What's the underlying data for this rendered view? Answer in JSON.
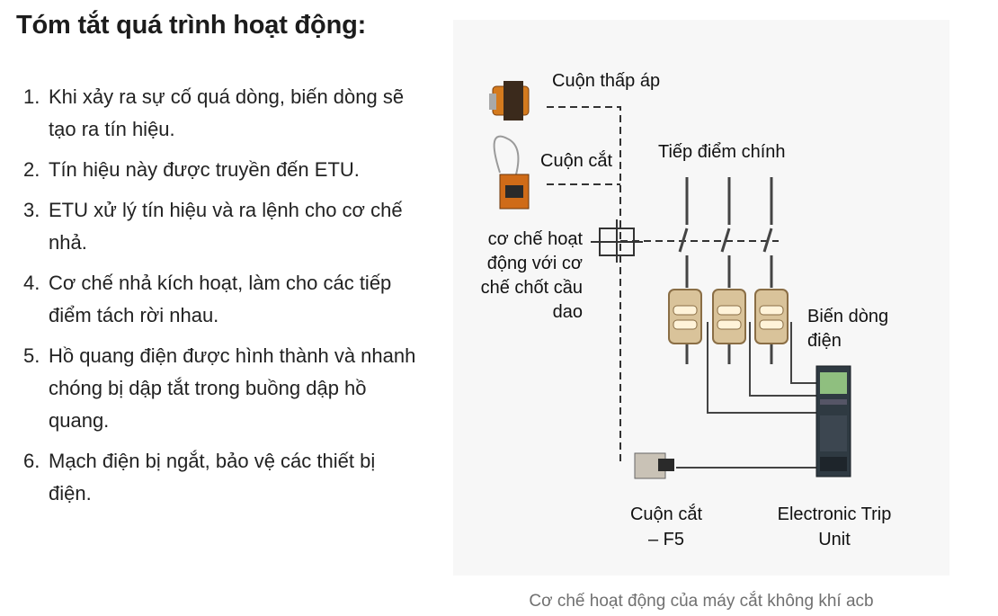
{
  "heading": "Tóm tắt quá trình hoạt động:",
  "steps": [
    {
      "num": "1.",
      "text": "Khi xảy ra sự cố quá dòng, biến dòng sẽ tạo ra tín hiệu."
    },
    {
      "num": "2.",
      "text": "Tín hiệu này được truyền đến ETU."
    },
    {
      "num": "3.",
      "text": "ETU xử lý tín hiệu và ra lệnh cho cơ chế nhả."
    },
    {
      "num": "4.",
      "text": "Cơ chế nhả kích hoạt, làm cho các tiếp điểm tách rời nhau."
    },
    {
      "num": "5.",
      "text": "Hồ quang điện được hình thành và nhanh chóng bị dập tắt trong buồng dập hồ quang."
    },
    {
      "num": "6.",
      "text": "Mạch điện bị ngắt, bảo vệ các thiết bị điện."
    }
  ],
  "diagram": {
    "undervoltage_coil": "Cuộn thấp áp",
    "shunt_coil": "Cuộn cắt",
    "main_contacts": "Tiếp điểm chính",
    "mechanism": [
      "cơ chế hoạt",
      "động với cơ",
      "chế chốt cầu",
      "dao"
    ],
    "current_transformer": [
      "Biến dòng",
      "điện"
    ],
    "trip_coil_f5": [
      "Cuộn cắt",
      "– F5"
    ],
    "etu": [
      "Electronic Trip",
      "Unit"
    ]
  },
  "caption": "Cơ chế hoạt động của máy cắt không khí acb"
}
